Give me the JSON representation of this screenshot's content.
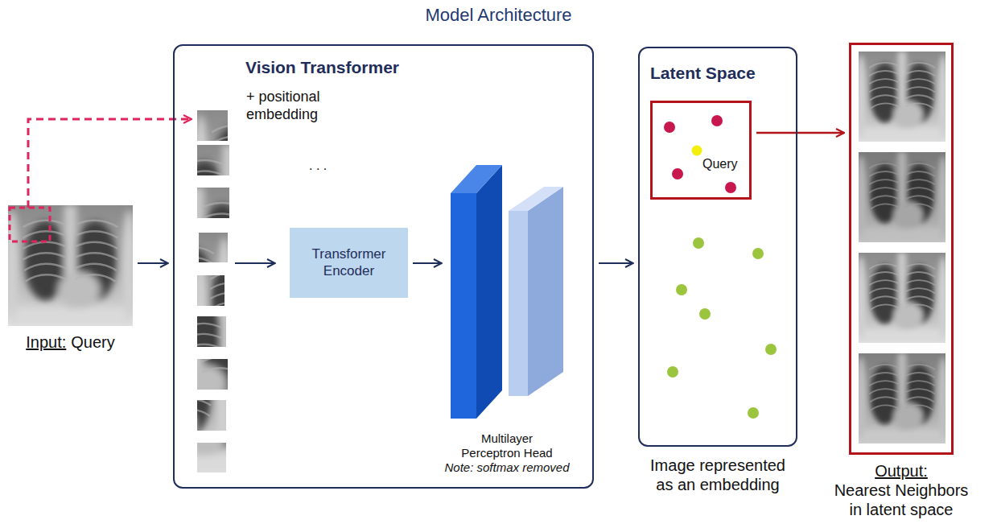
{
  "diagram": {
    "title": "Model Architecture",
    "nodes": [
      {
        "text": [
          "Input:",
          "Query"
        ]
      },
      {
        "text": [
          "Vision Transformer"
        ]
      },
      {
        "text": [
          "Transformer Encoder"
        ],
        "in": 1
      },
      {
        "text": [
          "Multilayer Perceptron Head",
          "Note: softmax removed"
        ],
        "in": 1
      },
      {
        "text": [
          "Latent Space",
          "Image represented as an embedding"
        ]
      },
      {
        "text": [
          "Query"
        ],
        "in": 4
      },
      {
        "text": [
          "Output:",
          "Nearest Neighbors in latent space"
        ]
      }
    ],
    "edges": [
      {
        "from": 0,
        "to": 1,
        "arrow": "to"
      },
      {
        "from": 2,
        "to": 3,
        "arrow": "to"
      },
      {
        "from": 1,
        "to": 4,
        "arrow": "to"
      },
      {
        "from": 5,
        "to": 6,
        "arrow": "to"
      }
    ],
    "labels": [
      "+ positional embedding",
      ". . ."
    ]
  }
}
